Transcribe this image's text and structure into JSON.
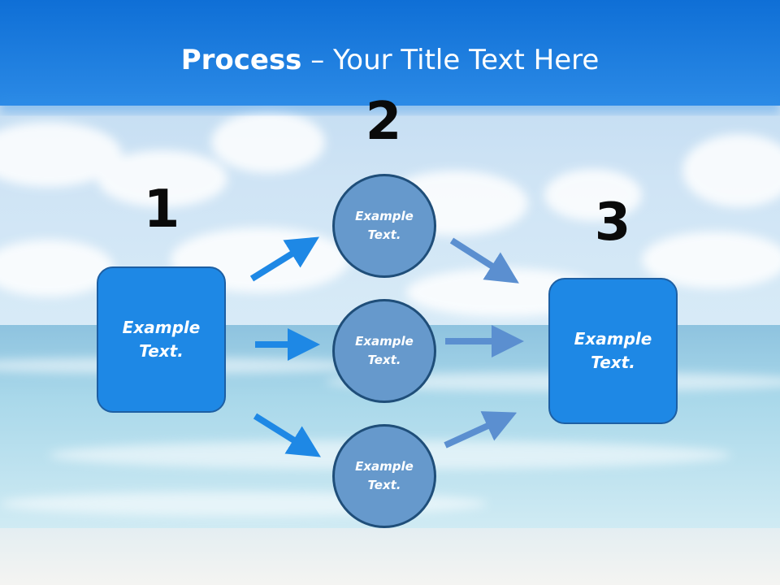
{
  "title": {
    "bold": "Process",
    "rest": " – Your Title Text Here"
  },
  "colors": {
    "title_band": "#1f7fe0",
    "box_fill": "#1e88e5",
    "circle_fill": "#6699cc",
    "circle_border": "#1f4e79",
    "arrow_bright": "#1e88e5",
    "arrow_soft": "#5b8fd0"
  },
  "steps": {
    "step1": {
      "number": "1",
      "box": {
        "line1": "Example",
        "line2": "Text."
      }
    },
    "step2": {
      "number": "2",
      "circles": [
        {
          "line1": "Example",
          "line2": "Text."
        },
        {
          "line1": "Example",
          "line2": "Text."
        },
        {
          "line1": "Example",
          "line2": "Text."
        }
      ]
    },
    "step3": {
      "number": "3",
      "box": {
        "line1": "Example",
        "line2": "Text."
      }
    }
  }
}
